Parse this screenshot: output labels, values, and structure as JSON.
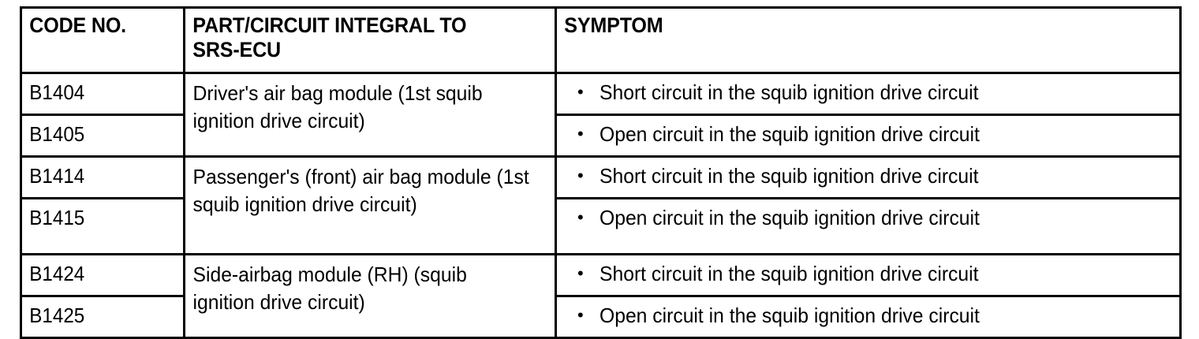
{
  "document": {
    "type": "diagnostic-trouble-code-table",
    "border_color": "#000000",
    "background_color": "#ffffff",
    "text_color": "#000000"
  },
  "table": {
    "headers": {
      "code": "CODE NO.",
      "part": "PART/CIRCUIT INTEGRAL TO\nSRS-ECU",
      "symptom": "SYMPTOM"
    },
    "bullet_glyph": "•",
    "groups": [
      {
        "part": "Driver's air bag module (1st squib ignition drive circuit)",
        "rows": [
          {
            "code": "B1404",
            "symptom": "Short circuit in the squib ignition drive circuit"
          },
          {
            "code": "B1405",
            "symptom": "Open circuit in the squib ignition drive circuit"
          }
        ]
      },
      {
        "part": "Passenger's (front) air bag module (1st squib ignition drive circuit)",
        "rows": [
          {
            "code": "B1414",
            "symptom": "Short circuit in the squib ignition drive circuit"
          },
          {
            "code": "B1415",
            "symptom": "Open circuit in the squib ignition drive circuit"
          }
        ]
      },
      {
        "part": "Side-airbag module (RH) (squib ignition drive circuit)",
        "rows": [
          {
            "code": "B1424",
            "symptom": "Short circuit in the squib ignition drive circuit"
          },
          {
            "code": "B1425",
            "symptom": "Open circuit in the squib ignition drive circuit"
          }
        ]
      }
    ]
  }
}
